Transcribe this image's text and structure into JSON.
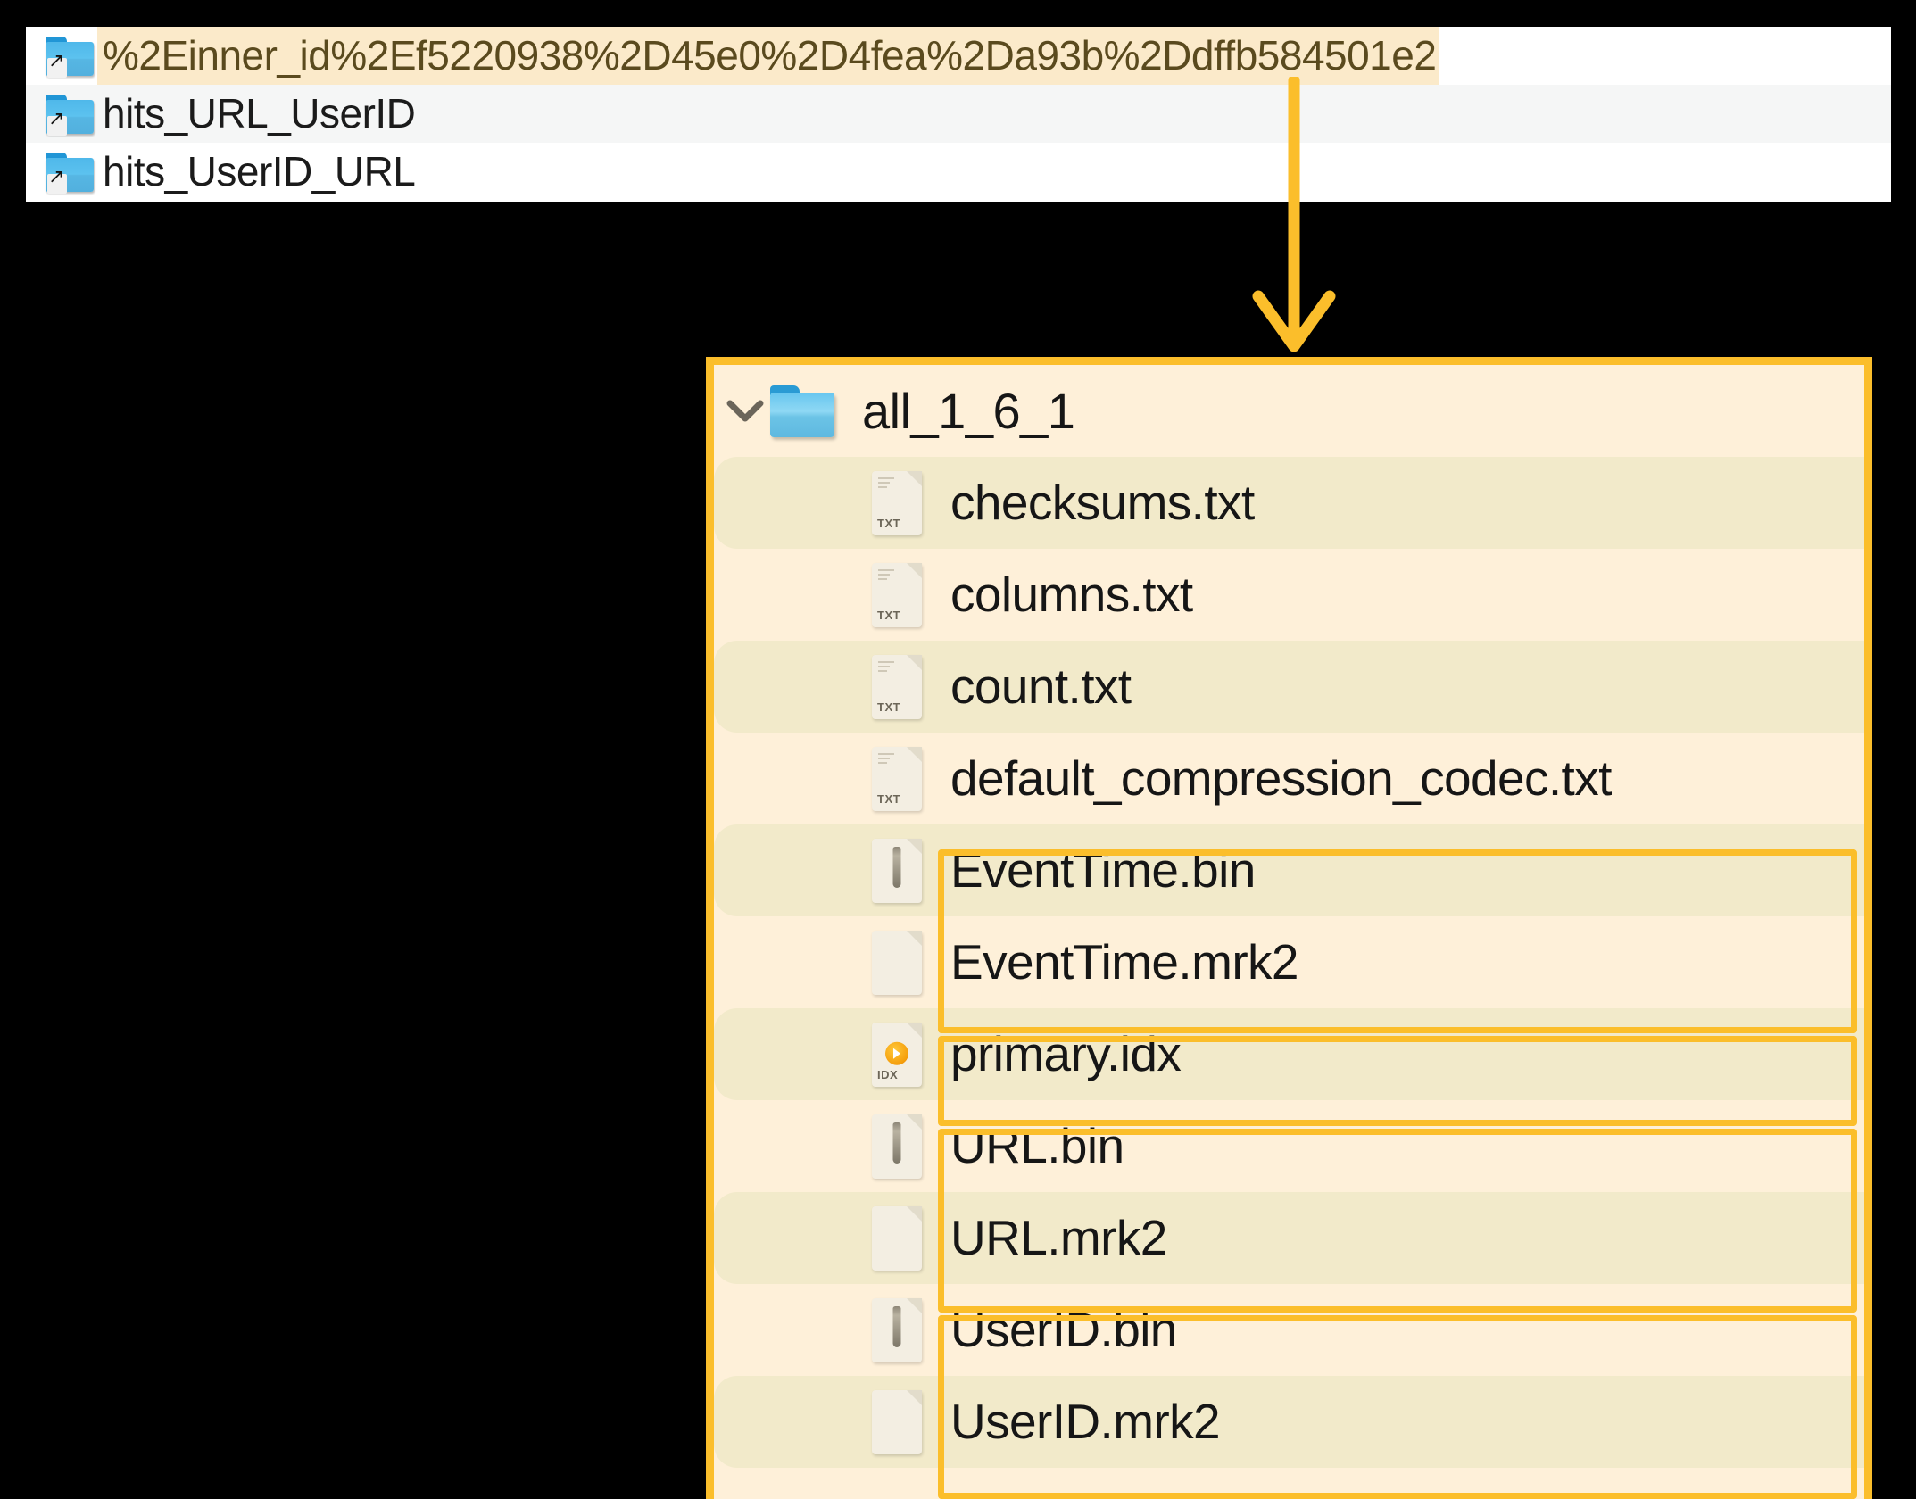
{
  "symlink_list": {
    "name": "clickhouse-data-symlinks",
    "rows": [
      {
        "label": "%2Einner_id%2Ef5220938%2D45e0%2D4fea%2Da93b%2Ddffb584501e2",
        "icon": "folder-symlink-icon",
        "highlighted": true
      },
      {
        "label": "hits_URL_UserID",
        "icon": "folder-symlink-icon",
        "highlighted": false
      },
      {
        "label": "hits_UserID_URL",
        "icon": "folder-symlink-icon",
        "highlighted": false
      }
    ]
  },
  "annotation": {
    "arrow_name": "down-arrow-annotation",
    "accent_color": "#FBBE2B"
  },
  "tree": {
    "root": {
      "label": "all_1_6_1",
      "icon": "folder-icon",
      "expand_icon": "chevron-down-icon",
      "expanded": true
    },
    "files": [
      {
        "label": "checksums.txt",
        "icon": "txt-file-icon",
        "highlighted": false
      },
      {
        "label": "columns.txt",
        "icon": "txt-file-icon",
        "highlighted": false
      },
      {
        "label": "count.txt",
        "icon": "txt-file-icon",
        "highlighted": false
      },
      {
        "label": "default_compression_codec.txt",
        "icon": "txt-file-icon",
        "highlighted": false
      },
      {
        "label": "EventTime.bin",
        "icon": "binary-file-icon",
        "highlighted": true
      },
      {
        "label": "EventTime.mrk2",
        "icon": "blank-file-icon",
        "highlighted": true
      },
      {
        "label": "primary.idx",
        "icon": "idx-file-icon",
        "highlighted": true
      },
      {
        "label": "URL.bin",
        "icon": "binary-file-icon",
        "highlighted": true
      },
      {
        "label": "URL.mrk2",
        "icon": "blank-file-icon",
        "highlighted": true
      },
      {
        "label": "UserID.bin",
        "icon": "binary-file-icon",
        "highlighted": true
      },
      {
        "label": "UserID.mrk2",
        "icon": "blank-file-icon",
        "highlighted": true
      }
    ],
    "highlight_groups": [
      {
        "name": "eventtime-column-files",
        "from": "EventTime.bin",
        "to": "EventTime.mrk2"
      },
      {
        "name": "primary-index-file",
        "from": "primary.idx",
        "to": "primary.idx"
      },
      {
        "name": "url-column-files",
        "from": "URL.bin",
        "to": "URL.mrk2"
      },
      {
        "name": "userid-column-files",
        "from": "UserID.bin",
        "to": "UserID.mrk2"
      }
    ]
  },
  "colors": {
    "accent": "#FBBE2B",
    "panel_bg": "#FEF0D9",
    "row_alt_bg": "#F2EACA",
    "highlight_text_bg": "#FBEACA"
  }
}
